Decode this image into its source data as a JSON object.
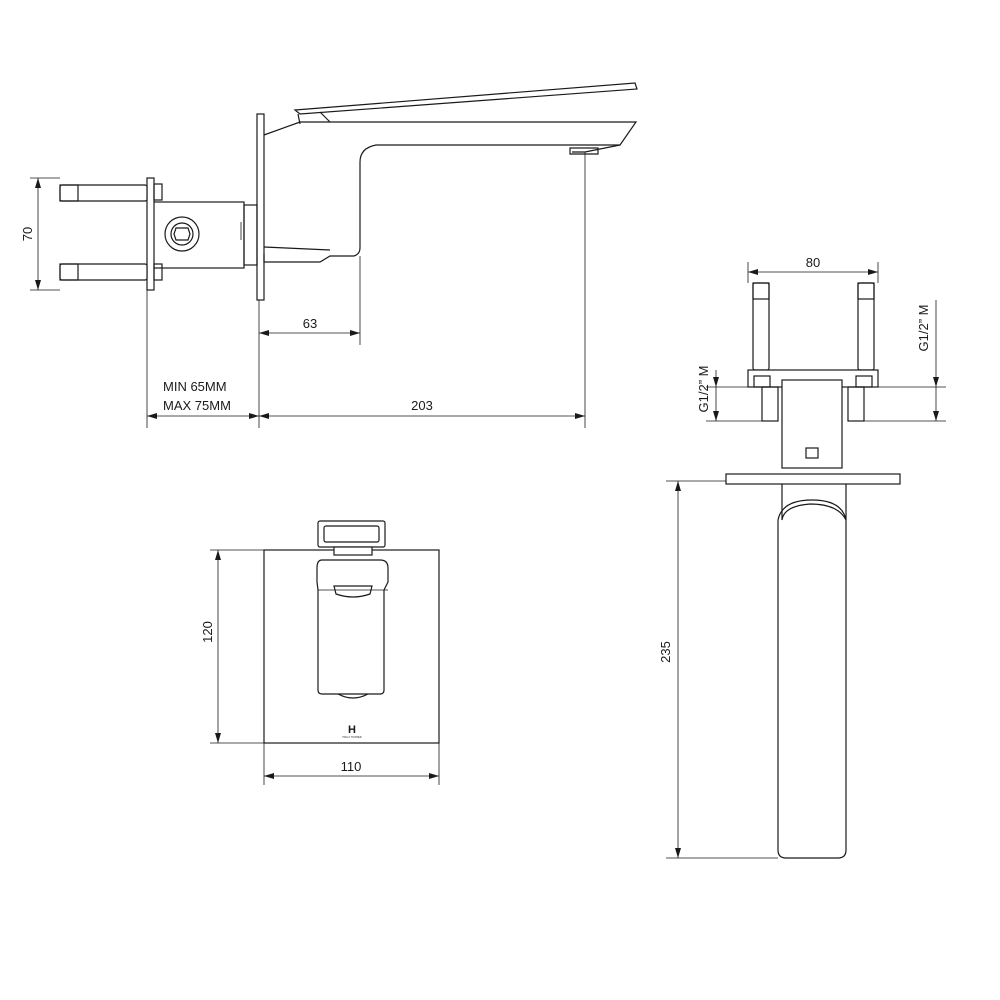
{
  "side_view": {
    "dim_height": "70",
    "dim_spout_depth": "63",
    "dim_wall_depth_min": "MIN 65MM",
    "dim_wall_depth_max": "MAX 75MM",
    "dim_total_projection": "203"
  },
  "front_view": {
    "dim_plate_height": "120",
    "dim_plate_width": "110",
    "logo_mark": "H",
    "logo_text": "HOLLY HUNTER"
  },
  "plan_view": {
    "dim_inlet_spacing": "80",
    "dim_thread_upper": "G1/2” M",
    "dim_thread_lower": "G1/2” M",
    "dim_spout_length": "235"
  }
}
